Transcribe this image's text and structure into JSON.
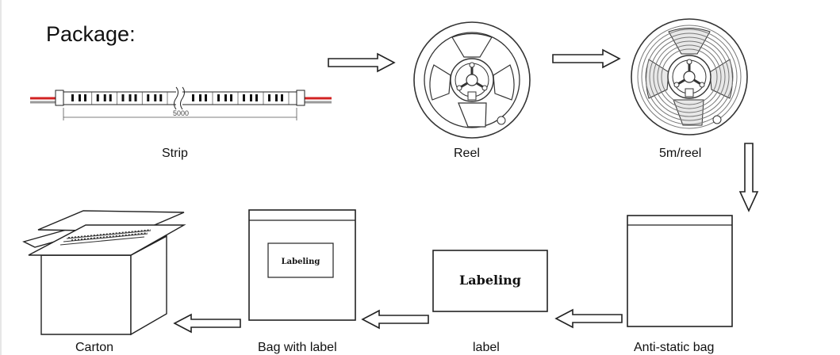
{
  "title": "Package:",
  "captions": {
    "strip": "Strip",
    "reel": "Reel",
    "reel_full": "5m/reel",
    "anti_static_bag": "Anti-static bag",
    "label": "label",
    "bag_with_label": "Bag with label",
    "carton": "Carton"
  },
  "strip_dimension": "5000",
  "labeling": "Labeling",
  "colors": {
    "wire_red": "#d22222",
    "wire_gray": "#9a9a9a",
    "line": "#222222"
  }
}
